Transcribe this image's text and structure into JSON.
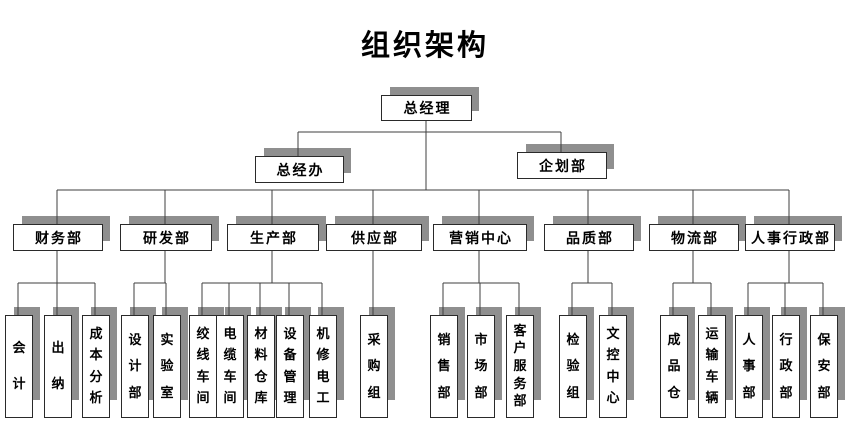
{
  "title": "组织架构",
  "colors": {
    "background": "#ffffff",
    "box_fill": "#ffffff",
    "box_border": "#2a2a2a",
    "box_shadow": "#8f8f8f",
    "connector_line": "#3f3f3f",
    "text": "#000000"
  },
  "org": {
    "root": {
      "label": "总经理"
    },
    "staff": [
      {
        "label": "总经办"
      },
      {
        "label": "企划部"
      }
    ],
    "departments": [
      {
        "label": "财务部",
        "children": [
          "会计",
          "出纳",
          "成本分析"
        ]
      },
      {
        "label": "研发部",
        "children": [
          "设计部",
          "实验室"
        ]
      },
      {
        "label": "生产部",
        "children": [
          "绞线车间",
          "电缆车间",
          "材料仓库",
          "设备管理",
          "机修电工"
        ]
      },
      {
        "label": "供应部",
        "children": [
          "采购组"
        ]
      },
      {
        "label": "营销中心",
        "children": [
          "销售部",
          "市场部",
          "客户服务部"
        ]
      },
      {
        "label": "品质部",
        "children": [
          "检验组",
          "文控中心"
        ]
      },
      {
        "label": "物流部",
        "children": [
          "成品仓",
          "运输车辆"
        ]
      },
      {
        "label": "人事行政部",
        "children": [
          "人事部",
          "行政部",
          "保安部"
        ]
      }
    ]
  }
}
